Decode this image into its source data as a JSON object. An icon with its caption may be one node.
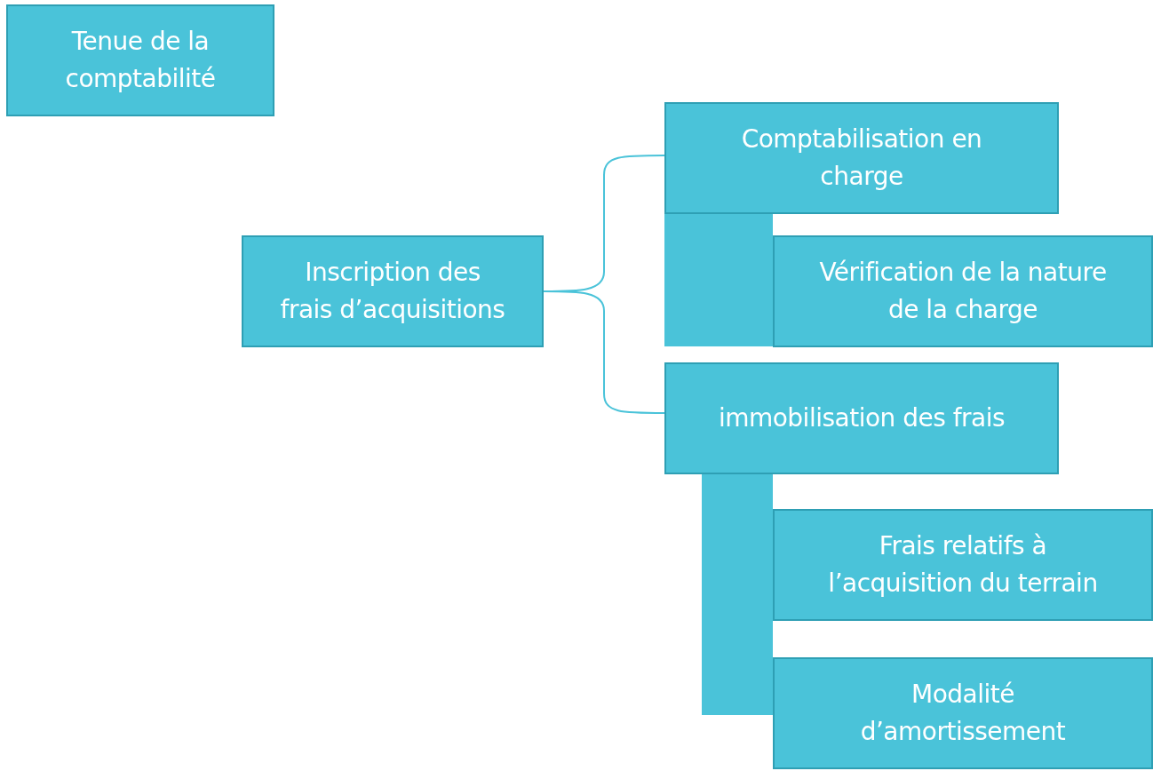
{
  "diagram": {
    "nodes": [
      {
        "text": [
          "Tenue de la comptabilité"
        ]
      },
      {
        "text": [
          "Inscription des frais d’acquisitions"
        ]
      },
      {
        "text": [
          "Comptabilisation en charge"
        ]
      },
      {
        "text": [],
        "shape": "bar"
      },
      {
        "text": [
          "Vérification de la nature de la charge"
        ]
      },
      {
        "text": [
          "immobilisation des frais"
        ]
      },
      {
        "text": [],
        "shape": "bar"
      },
      {
        "text": [
          "Frais relatifs à l’acquisition du terrain"
        ]
      },
      {
        "text": [
          "Modalité d’amortissement"
        ]
      }
    ],
    "edges": [
      {
        "from": 1,
        "to": 2,
        "arrow": "none"
      },
      {
        "from": 1,
        "to": 5,
        "arrow": "none"
      }
    ]
  }
}
